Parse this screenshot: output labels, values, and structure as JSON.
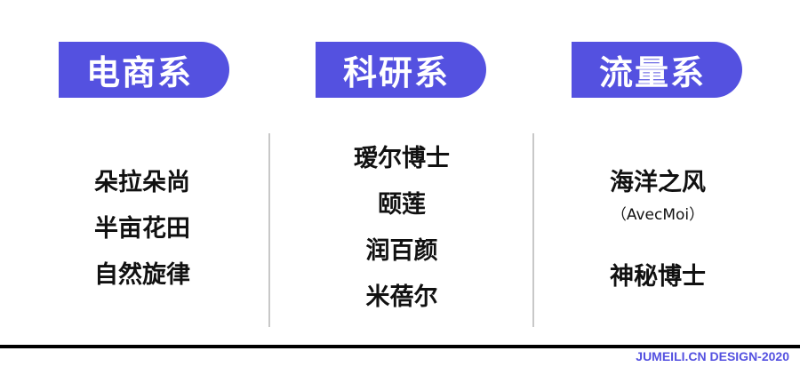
{
  "columns": [
    {
      "title": "电商系",
      "items": [
        "朵拉朵尚",
        "半亩花田",
        "自然旋律"
      ]
    },
    {
      "title": "科研系",
      "items": [
        "瑷尔博士",
        "颐莲",
        "润百颜",
        "米蓓尔"
      ]
    },
    {
      "title": "流量系",
      "items": [
        "海洋之风",
        "（AvecMoi）",
        "神秘博士"
      ]
    }
  ],
  "footer": "JUMEILI.CN DESIGN-2020",
  "accent": "#5451e0"
}
